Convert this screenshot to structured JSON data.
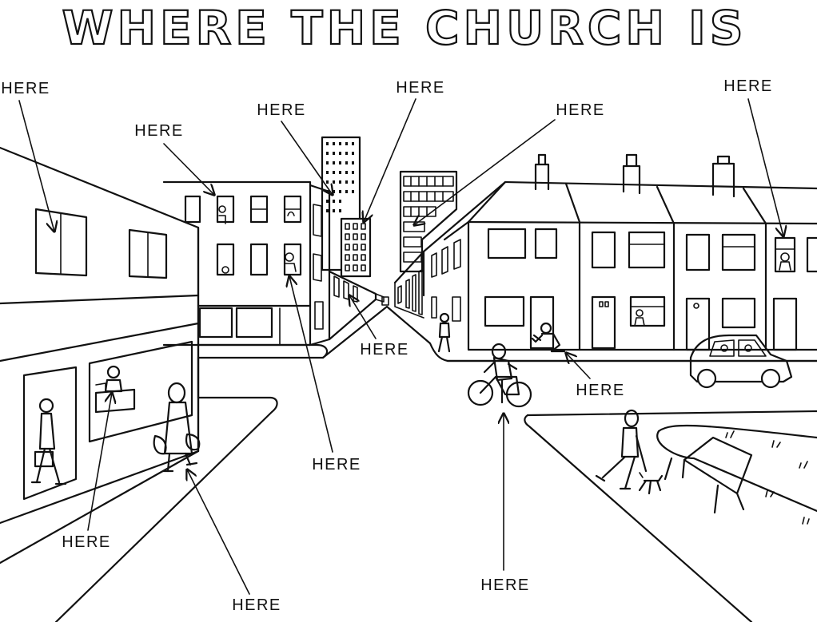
{
  "title": "WHERE THE CHURCH IS",
  "labels": {
    "top_left": "HERE",
    "left_building": "HERE",
    "center_building": "HERE",
    "tower": "HERE",
    "right_tower": "HERE",
    "far_right": "HERE",
    "street": "HERE",
    "crouching_person": "HERE",
    "shop": "HERE",
    "mid_window": "HERE",
    "woman": "HERE",
    "cyclist": "HERE"
  }
}
